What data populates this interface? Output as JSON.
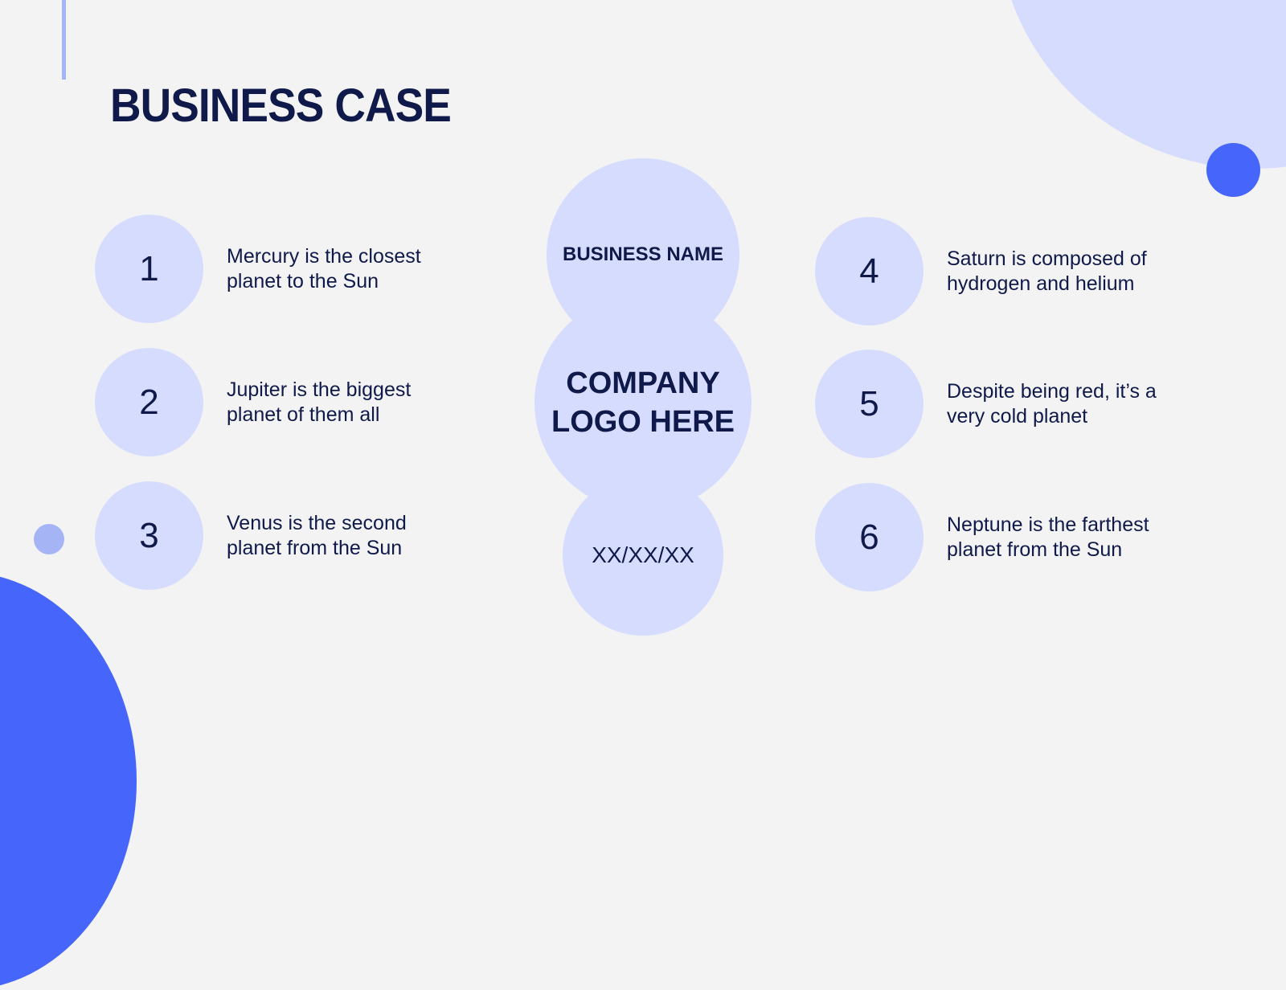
{
  "slide": {
    "title": "BUSINESS CASE",
    "center": {
      "business_name": "BUSINESS NAME",
      "logo_line1": "COMPANY",
      "logo_line2": "LOGO HERE",
      "date": "XX/XX/XX"
    },
    "items": [
      {
        "number": "1",
        "line1": "Mercury is the closest",
        "line2": "planet to the Sun"
      },
      {
        "number": "2",
        "line1": "Jupiter is the biggest",
        "line2": "planet of them all"
      },
      {
        "number": "3",
        "line1": "Venus is the second",
        "line2": "planet from the Sun"
      },
      {
        "number": "4",
        "line1": "Saturn is composed of",
        "line2": "hydrogen and helium"
      },
      {
        "number": "5",
        "line1": "Despite being red, it’s a",
        "line2": "very cold planet"
      },
      {
        "number": "6",
        "line1": "Neptune is the farthest",
        "line2": "planet from the Sun"
      }
    ]
  },
  "colors": {
    "background": "#f3f3f3",
    "light_circle": "#d6dcfd",
    "accent_blue": "#4565fb",
    "accent_light": "#a5b4f5",
    "text_dark": "#0f1a4a"
  }
}
